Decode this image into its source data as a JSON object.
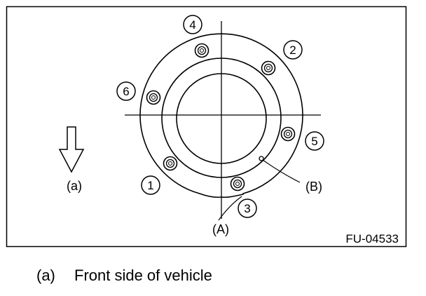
{
  "figure": {
    "id": "FU-04533",
    "arrow_label": "(a)",
    "label_a": "(A)",
    "label_b": "(B)",
    "bolt_numbers": [
      "1",
      "2",
      "3",
      "4",
      "5",
      "6"
    ]
  },
  "caption": {
    "key": "(a)",
    "text": "Front side of vehicle"
  }
}
